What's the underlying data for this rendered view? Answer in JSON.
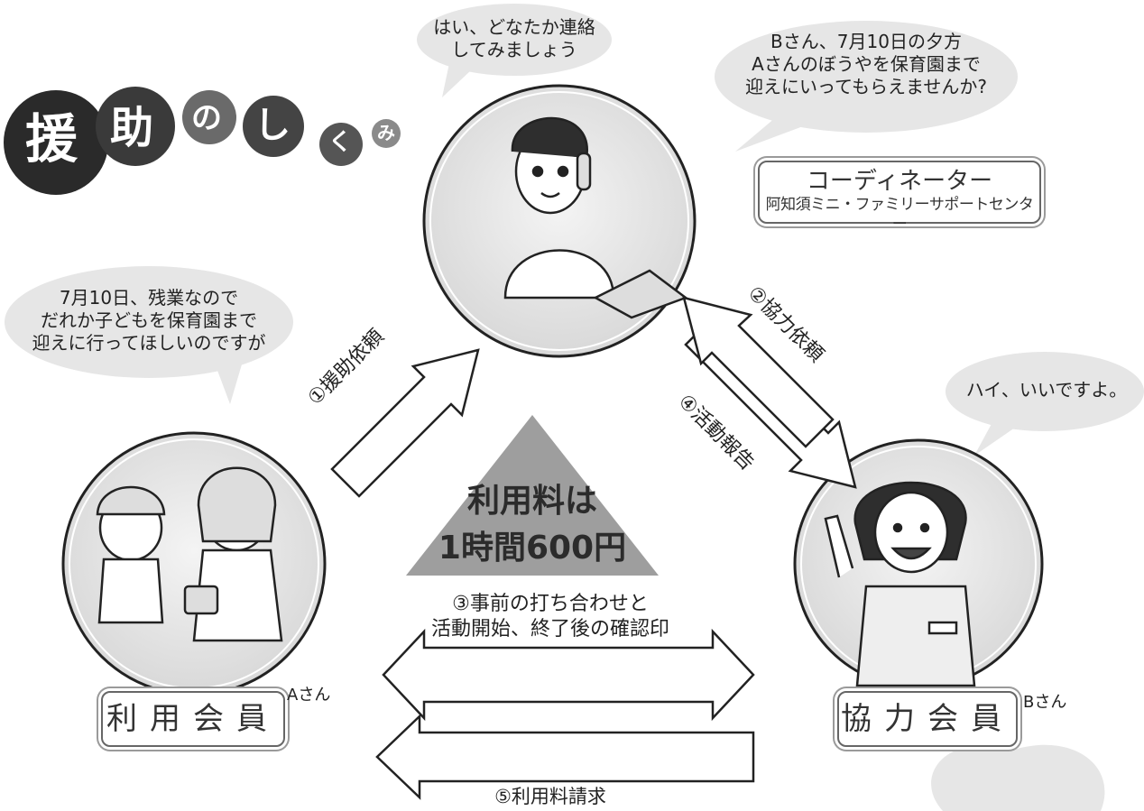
{
  "title": [
    "援",
    "助",
    "の",
    "し",
    "く",
    "み"
  ],
  "coordinator": {
    "speech": "はい、どなたか連絡\nしてみましょう",
    "request_speech": "Bさん、7月10日の夕方\nAさんのぼうやを保育園まで\n迎えにいってもらえませんか?",
    "label": "コーディネーター",
    "sublabel": "阿知須ミニ・ファミリーサポートセンター"
  },
  "user_member": {
    "speech": "7月10日、残業なので\nだれか子どもを保育園まで\n迎えに行ってほしいのですが",
    "name": "Aさん",
    "label": "利用会員"
  },
  "support_member": {
    "speech": "ハイ、いいですよ。",
    "name": "Bさん",
    "label": "協力会員"
  },
  "fee": {
    "line1": "利用料は",
    "line2": "1時間600円"
  },
  "steps": {
    "s1": "①援助依頼",
    "s2": "②協力依頼",
    "s3": "③事前の打ち合わせと\n活動開始、終了後の確認印",
    "s4": "④活動報告",
    "s5": "⑤利用料請求"
  },
  "colors": {
    "ink": "#222222",
    "circle_fill": "#e4e4e4",
    "bubble": "#e6e6e6",
    "triangle": "#9e9e9e",
    "title_dark": "#2a2a2a",
    "title_mid": "#555555",
    "title_light": "#8a8a8a"
  },
  "icons": [
    "coordinator-on-phone",
    "mother-and-child-running",
    "helper-pointing"
  ]
}
